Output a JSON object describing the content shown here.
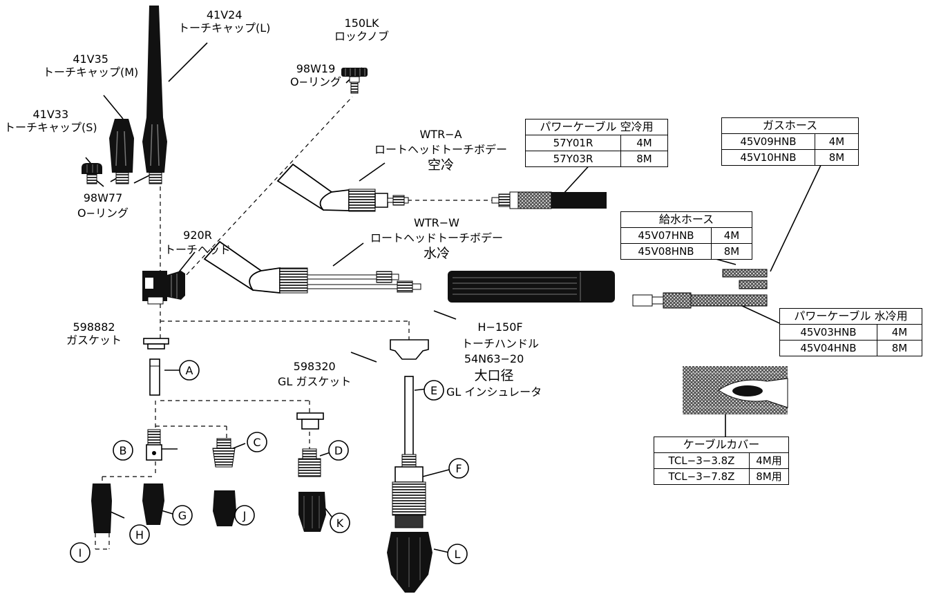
{
  "parts": {
    "cap_l": {
      "code": "41V24",
      "name": "トーチキャップ(L)"
    },
    "cap_m": {
      "code": "41V35",
      "name": "トーチキャップ(M)"
    },
    "cap_s": {
      "code": "41V33",
      "name": "トーチキャップ(S)"
    },
    "oring_a": {
      "code": "98W77",
      "name": "O−リング"
    },
    "lock_knob": {
      "code": "150LK",
      "name": "ロックノブ"
    },
    "oring_b": {
      "code": "98W19",
      "name": "O−リング"
    },
    "head": {
      "code": "920R",
      "name": "トーチヘッド"
    },
    "body_air": {
      "code": "WTR−A",
      "name": "ロートヘッドトーチボデー",
      "type": "空冷"
    },
    "body_water": {
      "code": "WTR−W",
      "name": "ロートヘッドトーチボデー",
      "type": "水冷"
    },
    "gasket": {
      "code": "598882",
      "name": "ガスケット"
    },
    "gl_gasket": {
      "code": "598320",
      "name": "GL ガスケット"
    },
    "insulator": {
      "code": "54N63−20",
      "size": "大口径",
      "name": "GL インシュレータ"
    },
    "handle": {
      "code": "H−150F",
      "name": "トーチハンドル"
    }
  },
  "callouts": [
    "A",
    "B",
    "C",
    "D",
    "E",
    "F",
    "G",
    "H",
    "I",
    "J",
    "K",
    "L"
  ],
  "tables": {
    "power_air": {
      "title": "パワーケーブル",
      "sub": "空冷用",
      "rows": [
        [
          "57Y01R",
          "4M"
        ],
        [
          "57Y03R",
          "8M"
        ]
      ]
    },
    "gas_hose": {
      "title": "ガスホース",
      "rows": [
        [
          "45V09HNB",
          "4M"
        ],
        [
          "45V10HNB",
          "8M"
        ]
      ]
    },
    "water_hose": {
      "title": "給水ホース",
      "rows": [
        [
          "45V07HNB",
          "4M"
        ],
        [
          "45V08HNB",
          "8M"
        ]
      ]
    },
    "power_water": {
      "title": "パワーケーブル",
      "sub": "水冷用",
      "rows": [
        [
          "45V03HNB",
          "4M"
        ],
        [
          "45V04HNB",
          "8M"
        ]
      ]
    },
    "cable_cover": {
      "title": "ケーブルカバー",
      "rows": [
        [
          "TCL−3−3.8Z",
          "4M用"
        ],
        [
          "TCL−3−7.8Z",
          "8M用"
        ]
      ]
    }
  }
}
